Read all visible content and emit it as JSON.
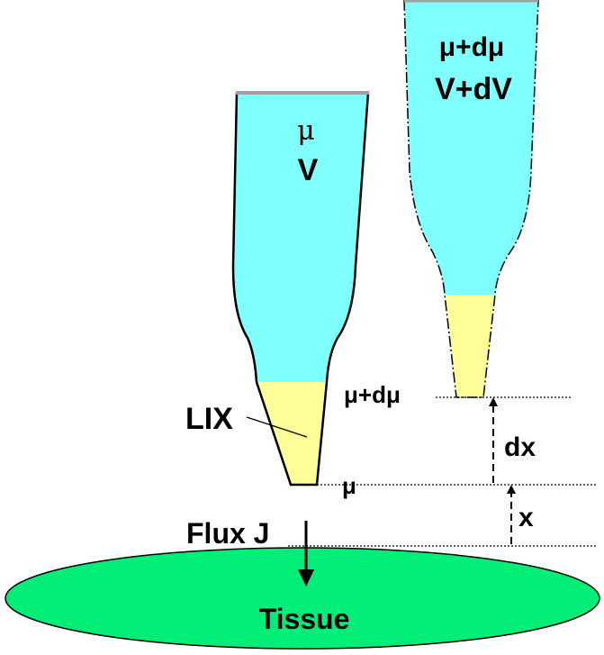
{
  "colors": {
    "electrolyte": "#80FFFF",
    "lix": "#FFFF99",
    "tissue": "#00EE77",
    "line": "#000000",
    "cap": "#A0A0A0"
  },
  "left_electrode": {
    "potential_label": "μ",
    "voltage_label": "V",
    "ion_exchanger_label": "LIX"
  },
  "right_electrode": {
    "potential_label": "μ+dμ",
    "voltage_label": "V+dV"
  },
  "positions": {
    "upper_label": "μ+dμ",
    "lower_label": "μ",
    "dx_label": "dx",
    "x_label": "x"
  },
  "flux_label": "Flux J",
  "tissue_label": "Tissue"
}
